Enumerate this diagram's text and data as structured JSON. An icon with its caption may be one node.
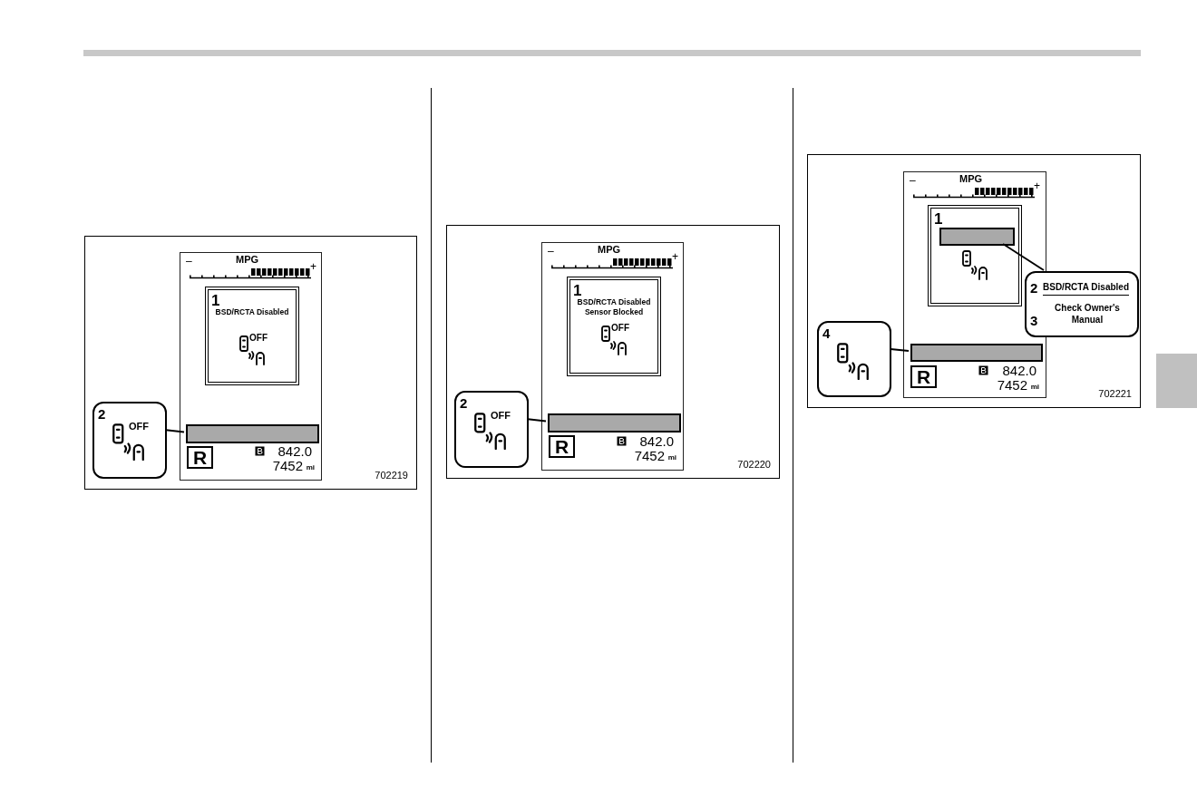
{
  "diagram": {
    "nodes": [
      {
        "text": [
          "702219"
        ]
      },
      {
        "text": [
          "MPG",
          "842.0",
          "7452",
          "mi"
        ],
        "in": 0
      },
      {
        "text": [
          "1",
          "BSD/RCTA Disabled",
          "OFF"
        ],
        "in": 1
      },
      {
        "text": [],
        "shape": "bar",
        "in": 1
      },
      {
        "text": [
          "R"
        ],
        "in": 1
      },
      {
        "text": [
          "2",
          "OFF"
        ],
        "in": 0
      },
      {
        "text": [
          "702220"
        ]
      },
      {
        "text": [
          "MPG",
          "842.0",
          "7452",
          "mi"
        ],
        "in": 6
      },
      {
        "text": [
          "1",
          "BSD/RCTA Disabled Sensor Blocked",
          "OFF"
        ],
        "in": 7
      },
      {
        "text": [],
        "shape": "bar",
        "in": 7
      },
      {
        "text": [
          "R"
        ],
        "in": 7
      },
      {
        "text": [
          "2",
          "OFF"
        ],
        "in": 6
      },
      {
        "text": [
          "702221"
        ]
      },
      {
        "text": [
          "MPG",
          "842.0",
          "7452",
          "mi"
        ],
        "in": 12
      },
      {
        "text": [
          "1"
        ],
        "in": 13
      },
      {
        "text": [],
        "shape": "bar",
        "in": 14
      },
      {
        "text": [],
        "shape": "bar",
        "in": 13
      },
      {
        "text": [
          "R"
        ],
        "in": 13
      },
      {
        "text": [
          "2",
          "BSD/RCTA Disabled",
          "3",
          "Check Owner's Manual"
        ],
        "in": 12
      },
      {
        "text": [
          "4"
        ],
        "in": 12
      }
    ],
    "edges": [
      {
        "from": 5,
        "to": 3,
        "arrow": "none"
      },
      {
        "from": 11,
        "to": 9,
        "arrow": "none"
      },
      {
        "from": 18,
        "to": 15,
        "arrow": "none"
      },
      {
        "from": 19,
        "to": 16,
        "arrow": "none"
      }
    ],
    "labels": [
      "–",
      "+",
      "–",
      "+",
      "–",
      "+"
    ]
  }
}
